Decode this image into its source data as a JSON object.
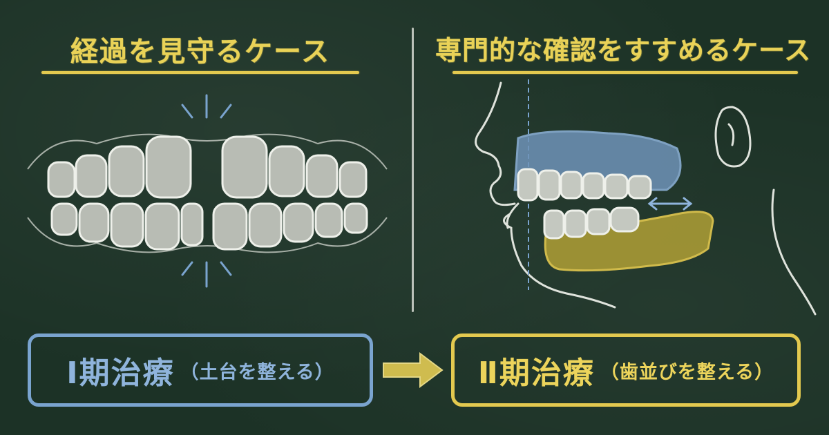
{
  "left_panel": {
    "title": "経過を見守るケース"
  },
  "right_panel": {
    "title": "専門的な確認をすすめるケース"
  },
  "stages": [
    {
      "name": "Ⅰ期治療",
      "description": "（土台を整える）",
      "color": "#7aa4cf"
    },
    {
      "name": "Ⅱ期治療",
      "description": "（歯並びを整える）",
      "color": "#e3c94f"
    }
  ],
  "colors": {
    "chalkboard": "#1c3226",
    "chalk_yellow": "#e3c94f",
    "chalk_blue": "#7aa4cf",
    "chalk_white": "#dfe3dc"
  },
  "icons": {
    "teeth_gap": "front-teeth-gap-illustration",
    "profile": "side-profile-jaw-illustration",
    "arrow": "right-arrow-icon"
  }
}
